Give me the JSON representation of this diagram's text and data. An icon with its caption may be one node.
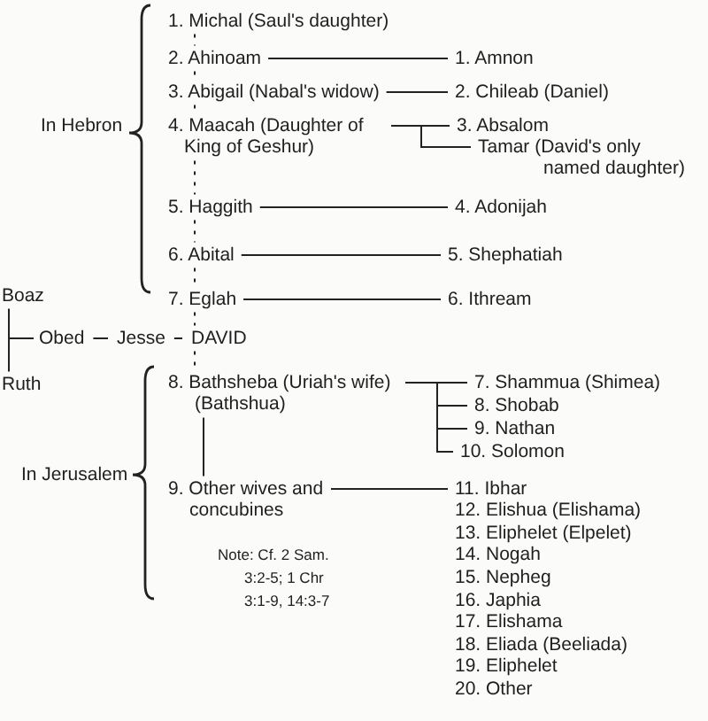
{
  "diagram": {
    "nodes": [
      {
        "text": [
          "1. Michal (Saul's daughter)"
        ]
      },
      {
        "text": [
          "2. Ahinoam"
        ]
      },
      {
        "text": [
          "1. Amnon"
        ]
      },
      {
        "text": [
          "3. Abigail (Nabal's widow)"
        ]
      },
      {
        "text": [
          "2. Chileab (Daniel)"
        ]
      },
      {
        "text": [
          "4. Maacah (Daughter of King of Geshur)"
        ]
      },
      {
        "text": [
          "3. Absalom"
        ]
      },
      {
        "text": [
          "Tamar (David's only named daughter)"
        ]
      },
      {
        "text": [
          "5. Haggith"
        ]
      },
      {
        "text": [
          "4. Adonijah"
        ]
      },
      {
        "text": [
          "6. Abital"
        ]
      },
      {
        "text": [
          "5. Shephatiah"
        ]
      },
      {
        "text": [
          "Boaz"
        ]
      },
      {
        "text": [
          "7. Eglah"
        ]
      },
      {
        "text": [
          "6. Ithream"
        ]
      },
      {
        "text": [
          "Obed"
        ]
      },
      {
        "text": [
          "Jesse"
        ]
      },
      {
        "text": [
          "DAVID"
        ]
      },
      {
        "text": [
          "Ruth"
        ]
      },
      {
        "text": [
          "8. Bathsheba (Uriah's wife) (Bathshua)"
        ]
      },
      {
        "text": [
          "7. Shammua (Shimea)"
        ]
      },
      {
        "text": [
          "8. Shobab"
        ]
      },
      {
        "text": [
          "9. Nathan"
        ]
      },
      {
        "text": [
          "10. Solomon"
        ]
      },
      {
        "text": [
          "9. Other wives and concubines"
        ]
      },
      {
        "text": [
          "11. Ibhar"
        ]
      }
    ],
    "edges": [
      {
        "from": 12,
        "to": 15,
        "arrow": "none"
      },
      {
        "from": 18,
        "to": 15,
        "arrow": "none"
      },
      {
        "from": 15,
        "to": 16,
        "arrow": "none"
      },
      {
        "from": 16,
        "to": 17,
        "arrow": "none"
      },
      {
        "from": 0,
        "to": 1,
        "arrow": "none",
        "style": "dashed"
      },
      {
        "from": 1,
        "to": 3,
        "arrow": "none",
        "style": "dashed"
      },
      {
        "from": 3,
        "to": 5,
        "arrow": "none",
        "style": "dashed"
      },
      {
        "from": 5,
        "to": 8,
        "arrow": "none",
        "style": "dashed"
      },
      {
        "from": 8,
        "to": 10,
        "arrow": "none",
        "style": "dashed"
      },
      {
        "from": 10,
        "to": 13,
        "arrow": "none",
        "style": "dashed"
      },
      {
        "from": 13,
        "to": 17,
        "arrow": "none",
        "style": "dashed"
      },
      {
        "from": 17,
        "to": 19,
        "arrow": "none",
        "style": "dashed"
      },
      {
        "from": 19,
        "to": 24,
        "arrow": "none"
      },
      {
        "from": 1,
        "to": 2,
        "arrow": "none"
      },
      {
        "from": 3,
        "to": 4,
        "arrow": "none"
      },
      {
        "from": 5,
        "to": 6,
        "arrow": "none"
      },
      {
        "from": 5,
        "to": 7,
        "arrow": "none"
      },
      {
        "from": 8,
        "to": 9,
        "arrow": "none"
      },
      {
        "from": 10,
        "to": 11,
        "arrow": "none"
      },
      {
        "from": 13,
        "to": 14,
        "arrow": "none"
      },
      {
        "from": 19,
        "to": 20,
        "arrow": "none"
      },
      {
        "from": 19,
        "to": 21,
        "arrow": "none"
      },
      {
        "from": 19,
        "to": 22,
        "arrow": "none"
      },
      {
        "from": 19,
        "to": 23,
        "arrow": "none"
      },
      {
        "from": 24,
        "to": 25,
        "arrow": "none"
      }
    ],
    "labels": [
      "In Hebron",
      "In Jerusalem",
      "12. Elishua (Elishama)",
      "13. Eliphelet (Elpelet)",
      "14. Nogah",
      "15. Nepheg",
      "16. Japhia",
      "17. Elishama",
      "18. Eliada (Beeliada)",
      "19. Eliphelet",
      "20. Other",
      "Note: Cf. 2 Sam. 3:2-5; 1 Chr 3:1-9, 14:3-7"
    ]
  }
}
